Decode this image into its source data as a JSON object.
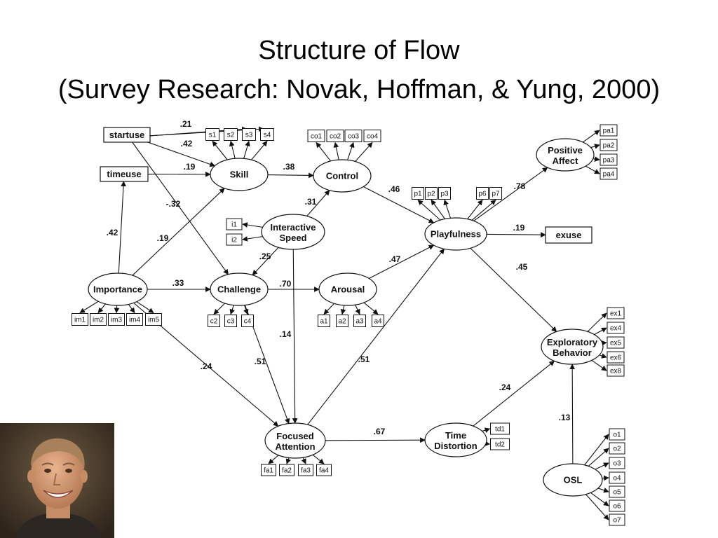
{
  "slide": {
    "title_line1": "Structure of Flow",
    "title_line2": "(Survey Research: Novak, Hoffman, & Yung, 2000)"
  },
  "colors": {
    "ink": "#111111",
    "background": "#ffffff"
  },
  "diagram": {
    "constructs": [
      {
        "id": "skill",
        "label": "Skill"
      },
      {
        "id": "control",
        "label": "Control"
      },
      {
        "id": "playfulness",
        "label": "Playfulness"
      },
      {
        "id": "positive_affect",
        "label": "Positive\nAffect"
      },
      {
        "id": "interactive_speed",
        "label": "Interactive\nSpeed"
      },
      {
        "id": "importance",
        "label": "Importance"
      },
      {
        "id": "challenge",
        "label": "Challenge"
      },
      {
        "id": "arousal",
        "label": "Arousal"
      },
      {
        "id": "exploratory_behavior",
        "label": "Exploratory\nBehavior"
      },
      {
        "id": "focused_attention",
        "label": "Focused\nAttention"
      },
      {
        "id": "time_distortion",
        "label": "Time\nDistortion"
      },
      {
        "id": "osl",
        "label": "OSL"
      }
    ],
    "measured": [
      {
        "id": "startuse",
        "label": "startuse"
      },
      {
        "id": "timeuse",
        "label": "timeuse"
      },
      {
        "id": "exuse",
        "label": "exuse"
      }
    ],
    "indicators": {
      "skill": [
        "s1",
        "s2",
        "s3",
        "s4"
      ],
      "control": [
        "co1",
        "co2",
        "co3",
        "co4"
      ],
      "playfulness": [
        "p1",
        "p2",
        "p3",
        "p6",
        "p7"
      ],
      "positive_affect": [
        "pa1",
        "pa2",
        "pa3",
        "pa4"
      ],
      "interactive_speed": [
        "i1",
        "i2"
      ],
      "importance": [
        "im1",
        "im2",
        "im3",
        "im4",
        "im5"
      ],
      "challenge": [
        "c2",
        "c3",
        "c4"
      ],
      "arousal": [
        "a1",
        "a2",
        "a3",
        "a4"
      ],
      "exploratory_behavior": [
        "ex1",
        "ex4",
        "ex5",
        "ex6",
        "ex8"
      ],
      "focused_attention": [
        "fa1",
        "fa2",
        "fa3",
        "fa4"
      ],
      "time_distortion": [
        "td1",
        "td2"
      ],
      "osl": [
        "o1",
        "o2",
        "o3",
        "o4",
        "o5",
        "o6",
        "o7"
      ]
    },
    "paths": [
      {
        "from": "startuse",
        "to": "skill",
        "coef": ".42"
      },
      {
        "from": "startuse",
        "to": "challenge",
        "coef": "-.32"
      },
      {
        "from": "timeuse",
        "to": "skill",
        "coef": ".19"
      },
      {
        "from": "importance",
        "to": "timeuse",
        "coef": ".42"
      },
      {
        "from": "importance",
        "to": "skill",
        "coef": ".19"
      },
      {
        "from": "importance",
        "to": "challenge",
        "coef": ".33"
      },
      {
        "from": "importance",
        "to": "focused_attention",
        "coef": ".24"
      },
      {
        "from": "skill",
        "to": "control",
        "coef": ".38"
      },
      {
        "from": "control",
        "to": "playfulness",
        "coef": ".46"
      },
      {
        "from": "interactive_speed",
        "to": "control",
        "coef": ".31"
      },
      {
        "from": "interactive_speed",
        "to": "challenge",
        "coef": ".25"
      },
      {
        "from": "interactive_speed",
        "to": "focused_attention",
        "coef": ".14"
      },
      {
        "from": "challenge",
        "to": "arousal",
        "coef": ".70"
      },
      {
        "from": "challenge",
        "to": "focused_attention",
        "coef": ".51"
      },
      {
        "from": "arousal",
        "to": "playfulness",
        "coef": ".47"
      },
      {
        "from": "focused_attention",
        "to": "playfulness",
        "coef": ".51"
      },
      {
        "from": "focused_attention",
        "to": "time_distortion",
        "coef": ".67"
      },
      {
        "from": "playfulness",
        "to": "positive_affect",
        "coef": ".78"
      },
      {
        "from": "playfulness",
        "to": "exuse",
        "coef": ".19"
      },
      {
        "from": "playfulness",
        "to": "exploratory_behavior",
        "coef": ".45"
      },
      {
        "from": "time_distortion",
        "to": "exploratory_behavior",
        "coef": ".24"
      },
      {
        "from": "osl",
        "to": "exploratory_behavior",
        "coef": ".13"
      }
    ],
    "startuse_s3_coef": ".21"
  },
  "photo": {
    "subject": "smiling-man-portrait"
  }
}
